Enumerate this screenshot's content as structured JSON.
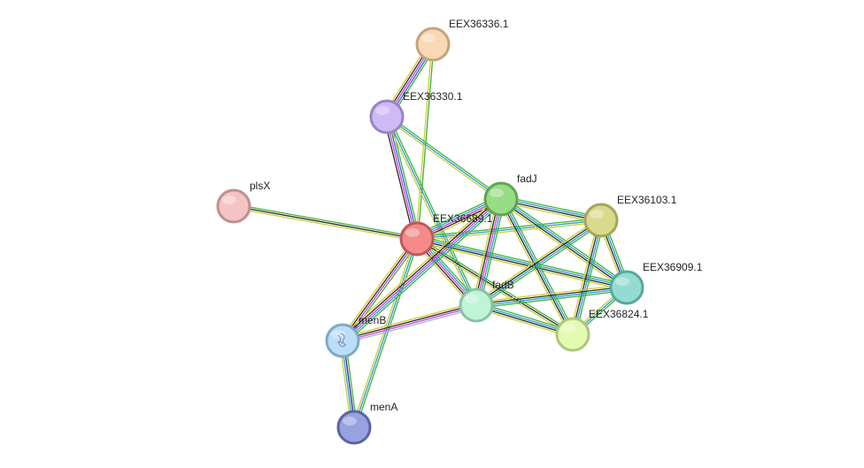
{
  "network": {
    "nodes": [
      {
        "id": "EEX36336.1",
        "label": "EEX36336.1",
        "fill": "#fad8b4",
        "stroke": "#c3a47e"
      },
      {
        "id": "EEX36330.1",
        "label": "EEX36330.1",
        "fill": "#cdbaf6",
        "stroke": "#9a84c4"
      },
      {
        "id": "plsX",
        "label": "plsX",
        "fill": "#f4c4c4",
        "stroke": "#c08f8f"
      },
      {
        "id": "fadJ",
        "label": "fadJ",
        "fill": "#98dc86",
        "stroke": "#5fa64f"
      },
      {
        "id": "EEX36103.1",
        "label": "EEX36103.1",
        "fill": "#dada8e",
        "stroke": "#a5a55c"
      },
      {
        "id": "EEX36689.1",
        "label": "EEX36689.1",
        "fill": "#f58a8a",
        "stroke": "#c15858"
      },
      {
        "id": "EEX36909.1",
        "label": "EEX36909.1",
        "fill": "#94dcd2",
        "stroke": "#58a89c"
      },
      {
        "id": "fadB",
        "label": "fadB",
        "fill": "#bff5d6",
        "stroke": "#89c2a4"
      },
      {
        "id": "EEX36824.1",
        "label": "EEX36824.1",
        "fill": "#e4fab2",
        "stroke": "#adc67d"
      },
      {
        "id": "menB",
        "label": "menB",
        "fill": "#b9def6",
        "stroke": "#7ea9c8",
        "icon": "protein-structure-icon"
      },
      {
        "id": "menA",
        "label": "menA",
        "fill": "#98a2e0",
        "stroke": "#5b64a4"
      }
    ],
    "edges": [
      {
        "source": "EEX36336.1",
        "target": "EEX36330.1",
        "colors": [
          "#3ab43a",
          "#2a64d6",
          "#d33bd3",
          "#2a2a2a",
          "#cccc33"
        ]
      },
      {
        "source": "EEX36336.1",
        "target": "EEX36689.1",
        "colors": [
          "#3ab43a",
          "#cccc33"
        ]
      },
      {
        "source": "EEX36330.1",
        "target": "EEX36689.1",
        "colors": [
          "#3ab43a",
          "#2a64d6",
          "#d33bd3",
          "#2a2a2a"
        ]
      },
      {
        "source": "EEX36330.1",
        "target": "fadJ",
        "colors": [
          "#3ab43a",
          "#2a9ad6",
          "#cccc33"
        ]
      },
      {
        "source": "EEX36330.1",
        "target": "fadB",
        "colors": [
          "#3ab43a",
          "#2a9ad6",
          "#cccc33"
        ]
      },
      {
        "source": "plsX",
        "target": "EEX36689.1",
        "colors": [
          "#3ab43a",
          "#2a2a2a",
          "#cccc33"
        ]
      },
      {
        "source": "EEX36689.1",
        "target": "fadJ",
        "colors": [
          "#3ab43a",
          "#2a9ad6",
          "#d33bd3",
          "#2a2a2a",
          "#cccc33"
        ]
      },
      {
        "source": "EEX36689.1",
        "target": "EEX36103.1",
        "colors": [
          "#3ab43a",
          "#2a9ad6",
          "#cccc33"
        ]
      },
      {
        "source": "EEX36689.1",
        "target": "EEX36909.1",
        "colors": [
          "#3ab43a",
          "#2a9ad6",
          "#2a2a2a",
          "#cccc33"
        ]
      },
      {
        "source": "EEX36689.1",
        "target": "fadB",
        "colors": [
          "#3ab43a",
          "#2a9ad6",
          "#d33bd3",
          "#2a2a2a",
          "#cccc33"
        ]
      },
      {
        "source": "EEX36689.1",
        "target": "EEX36824.1",
        "colors": [
          "#3ab43a",
          "#2a2a2a",
          "#cccc33"
        ]
      },
      {
        "source": "EEX36689.1",
        "target": "menB",
        "colors": [
          "#3ab43a",
          "#d33bd3",
          "#2a2a2a",
          "#cccc33"
        ]
      },
      {
        "source": "EEX36689.1",
        "target": "menA",
        "colors": [
          "#3ab43a",
          "#2a9ad6",
          "#cccc33"
        ]
      },
      {
        "source": "fadJ",
        "target": "EEX36103.1",
        "colors": [
          "#3ab43a",
          "#2a9ad6",
          "#2a2a2a",
          "#cccc33"
        ]
      },
      {
        "source": "fadJ",
        "target": "EEX36909.1",
        "colors": [
          "#3ab43a",
          "#2a9ad6",
          "#2a2a2a",
          "#cccc33"
        ]
      },
      {
        "source": "fadJ",
        "target": "fadB",
        "colors": [
          "#3ab43a",
          "#2a9ad6",
          "#d33bd3",
          "#2a2a2a",
          "#cccc33"
        ]
      },
      {
        "source": "fadJ",
        "target": "EEX36824.1",
        "colors": [
          "#3ab43a",
          "#2a9ad6",
          "#2a2a2a",
          "#cccc33"
        ]
      },
      {
        "source": "fadJ",
        "target": "menB",
        "colors": [
          "#3ab43a",
          "#2a9ad6",
          "#d33bd3",
          "#2a2a2a",
          "#cccc33"
        ]
      },
      {
        "source": "EEX36103.1",
        "target": "EEX36909.1",
        "colors": [
          "#3ab43a",
          "#2a9ad6",
          "#2a2a2a",
          "#cccc33"
        ]
      },
      {
        "source": "EEX36103.1",
        "target": "fadB",
        "colors": [
          "#3ab43a",
          "#2a9ad6",
          "#2a2a2a",
          "#cccc33"
        ]
      },
      {
        "source": "EEX36103.1",
        "target": "EEX36824.1",
        "colors": [
          "#3ab43a",
          "#2a9ad6",
          "#2a2a2a",
          "#cccc33"
        ]
      },
      {
        "source": "EEX36909.1",
        "target": "fadB",
        "colors": [
          "#3ab43a",
          "#2a9ad6",
          "#2a2a2a",
          "#cccc33"
        ]
      },
      {
        "source": "EEX36909.1",
        "target": "EEX36824.1",
        "colors": [
          "#3ab43a",
          "#2a9ad6",
          "#cccc33"
        ]
      },
      {
        "source": "fadB",
        "target": "EEX36824.1",
        "colors": [
          "#3ab43a",
          "#2a9ad6",
          "#2a2a2a",
          "#cccc33"
        ]
      },
      {
        "source": "fadB",
        "target": "menB",
        "colors": [
          "#a0b4e0",
          "#d33bd3",
          "#2a2a2a",
          "#cccc33"
        ]
      },
      {
        "source": "menB",
        "target": "menA",
        "colors": [
          "#3ab43a",
          "#2a2a8a",
          "#2a9ad6",
          "#cccc33"
        ]
      }
    ]
  }
}
